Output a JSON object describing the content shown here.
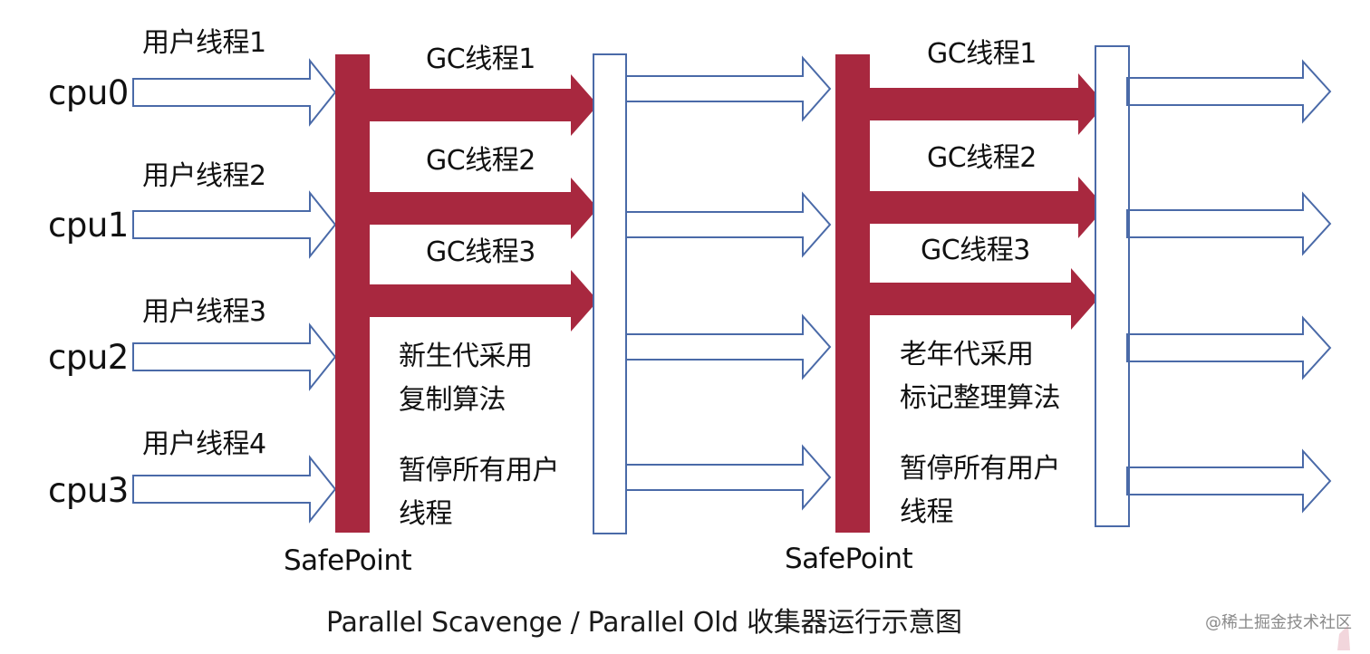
{
  "cpus": [
    "cpu0",
    "cpu1",
    "cpu2",
    "cpu3"
  ],
  "user_threads": [
    "用户线程1",
    "用户线程2",
    "用户线程3",
    "用户线程4"
  ],
  "phase1": {
    "gc_threads": [
      "GC线程1",
      "GC线程2",
      "GC线程3"
    ],
    "note_algorithm": [
      "新生代采用",
      "复制算法"
    ],
    "note_pause": [
      "暂停所有用户",
      "线程"
    ],
    "safepoint": "SafePoint"
  },
  "phase2": {
    "gc_threads": [
      "GC线程1",
      "GC线程2",
      "GC线程3"
    ],
    "note_algorithm": [
      "老年代采用",
      "标记整理算法"
    ],
    "note_pause": [
      "暂停所有用户",
      "线程"
    ],
    "safepoint": "SafePoint"
  },
  "caption": "Parallel Scavenge / Parallel Old 收集器运行示意图",
  "watermark": "@稀土掘金技术社区",
  "colors": {
    "gc_bar": "#a8283f",
    "outline": "#4a6aa8"
  }
}
